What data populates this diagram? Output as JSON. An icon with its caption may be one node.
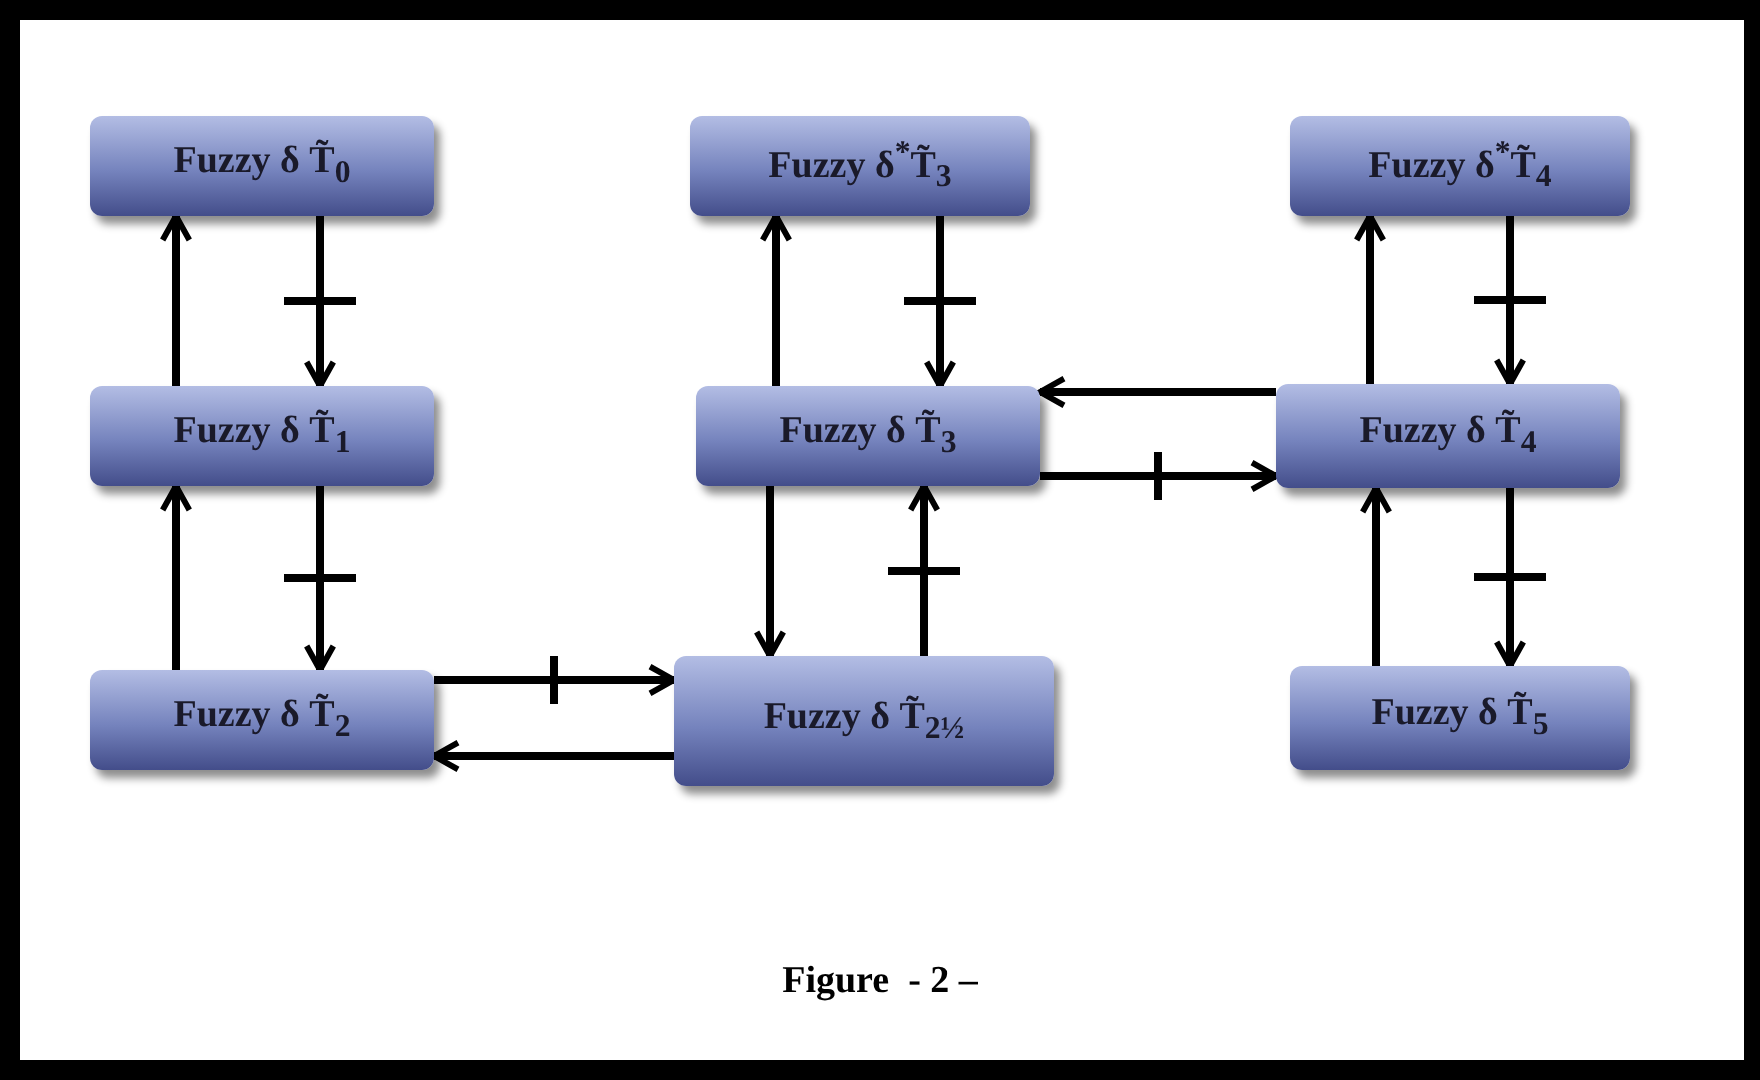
{
  "diagram": {
    "caption": "Figure  - 2 –",
    "nodes": [
      {
        "text": [
          "Fuzzy δ T̃$_{0}$"
        ]
      },
      {
        "text": [
          "Fuzzy δ T̃$_{1}$"
        ]
      },
      {
        "text": [
          "Fuzzy δ T̃$_{2}$"
        ]
      },
      {
        "text": [
          "Fuzzy  δ$^{*}$T̃$_{3}$"
        ]
      },
      {
        "text": [
          "Fuzzy δ T̃$_{3}$"
        ]
      },
      {
        "text": [
          "Fuzzy δ T̃$_{2½}$"
        ]
      },
      {
        "text": [
          "Fuzzy  δ$^{*}$T̃$_{4}$"
        ]
      },
      {
        "text": [
          "Fuzzy δ T̃$_{4}$"
        ]
      },
      {
        "text": [
          "Fuzzy δ T̃$_{5}$"
        ]
      }
    ],
    "edges": [
      {
        "from": 1,
        "to": 0,
        "arrow": "to"
      },
      {
        "from": 0,
        "to": 1,
        "arrow": "to"
      },
      {
        "from": 2,
        "to": 1,
        "arrow": "to"
      },
      {
        "from": 1,
        "to": 2,
        "arrow": "to"
      },
      {
        "from": 2,
        "to": 5,
        "arrow": "to"
      },
      {
        "from": 5,
        "to": 2,
        "arrow": "to"
      },
      {
        "from": 4,
        "to": 3,
        "arrow": "to"
      },
      {
        "from": 3,
        "to": 4,
        "arrow": "to"
      },
      {
        "from": 4,
        "to": 5,
        "arrow": "to"
      },
      {
        "from": 5,
        "to": 4,
        "arrow": "to"
      },
      {
        "from": 7,
        "to": 4,
        "arrow": "to"
      },
      {
        "from": 4,
        "to": 7,
        "arrow": "to"
      },
      {
        "from": 7,
        "to": 6,
        "arrow": "to"
      },
      {
        "from": 6,
        "to": 7,
        "arrow": "to"
      },
      {
        "from": 8,
        "to": 7,
        "arrow": "to"
      },
      {
        "from": 7,
        "to": 8,
        "arrow": "to"
      }
    ]
  }
}
